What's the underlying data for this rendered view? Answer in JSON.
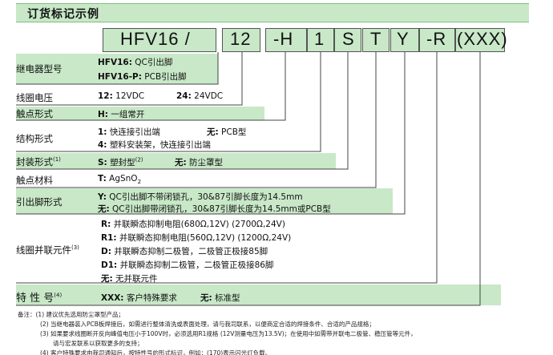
{
  "title": "订货标记示例",
  "codes": [
    "HFV16 /",
    "12",
    "-H",
    "1",
    "S",
    "T",
    "Y",
    "-R",
    "(XXX)"
  ],
  "rows": {
    "model": {
      "label": "继电器型号",
      "line1_code": "HFV16:",
      "line1_text": " QC引出脚",
      "line2_code": "HFV16-P:",
      "line2_text": " PCB引出脚"
    },
    "voltage": {
      "label": "线圈电压",
      "a_code": "12:",
      "a_text": " 12VDC",
      "b_code": "24:",
      "b_text": " 24VDC"
    },
    "contact_form": {
      "label": "触点形式",
      "code": "H:",
      "text": " 一组常开"
    },
    "construction": {
      "label": "结构形式",
      "l1_code": "1:",
      "l1_text": " 快连接引出端",
      "l1_b_code": "无:",
      "l1_b_text": " PCB型",
      "l2_code": "4:",
      "l2_text": " 塑料安装架，快连接引出端"
    },
    "enclosure": {
      "label": "封装形式",
      "sup": "(1)",
      "a_code": "S:",
      "a_text": " 塑封型",
      "a_sup": "(2)",
      "b_code": "无:",
      "b_text": " 防尘罩型"
    },
    "material": {
      "label": "触点材料",
      "code": "T:",
      "text": " AgSnO",
      "sub": "2"
    },
    "terminal": {
      "label": "引出脚形式",
      "l1_code": "Y:",
      "l1_text": " QC引出脚不带闭锁孔，30&87引脚长度为14.5mm",
      "l2_code": "无:",
      "l2_text": " QC引出脚带闭锁孔，30&87引脚长度为14.5mm或PCB型"
    },
    "coil_parallel": {
      "label": "线圈并联元件",
      "sup": "(3)",
      "items": [
        {
          "code": "R:",
          "text": " 并联瞬态抑制电阻(680Ω,12V) (2700Ω,24V)"
        },
        {
          "code": "R1:",
          "text": " 并联瞬态抑制电阻(560Ω,12V) (1200Ω,24V)"
        },
        {
          "code": "D:",
          "text": " 并联瞬态抑制二极管，二极管正极接85脚"
        },
        {
          "code": "D1:",
          "text": " 并联瞬态抑制二极管，二极管正极接86脚"
        },
        {
          "code": "无:",
          "text": " 无并联元件"
        }
      ]
    },
    "special": {
      "label": "特 性 号",
      "sup": "(4)",
      "a_code": "XXX:",
      "a_text": " 客户特殊要求",
      "b_code": "无:",
      "b_text": " 标准型"
    }
  },
  "notes": [
    "备注：(1) 建议优先选用防尘罩型产品；",
    "(2) 当继电器装入PCB板焊接后，如需进行整体清洗或表面处理，请与我司联系，以便商定合适的焊接条件、合适的产品规格；",
    "(3) 如果要求线圈断开反向峰值电压小于100V时，必须选用R1规格 (12V测量电压为13.5V)；在使用中如需带并联电二极管、稳压管等元件，",
    "请与宏发联系以获取更多的支持；",
    "(4) 客户特殊要求由我司通知后，按特性号的形式标识，例如：(170)表示闪光灯负载。"
  ]
}
